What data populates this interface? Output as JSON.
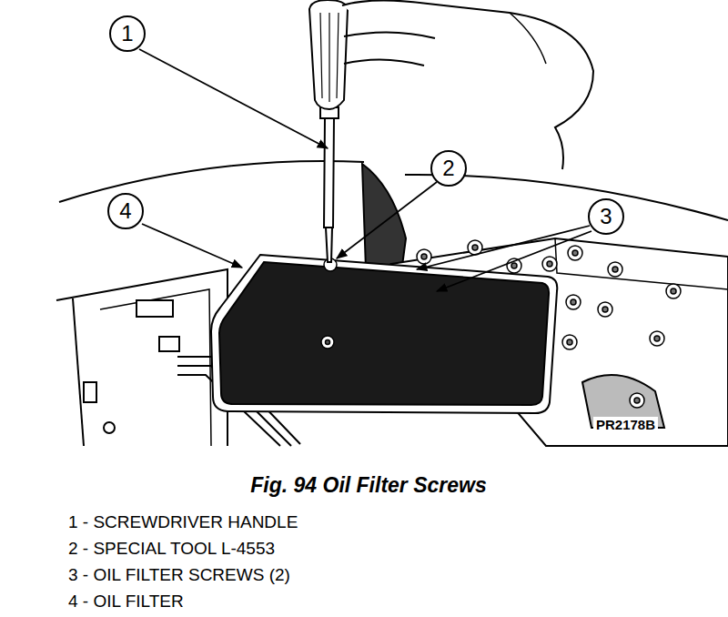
{
  "diagram": {
    "caption": "Fig. 94 Oil Filter Screws",
    "nodes": [
      {
        "text": [
          "1"
        ]
      },
      {
        "text": [
          "2"
        ]
      },
      {
        "text": [
          "3"
        ]
      },
      {
        "text": [
          "4"
        ]
      }
    ],
    "labels": [
      "PR2178B",
      "1 - SCREWDRIVER HANDLE",
      "2 - SPECIAL TOOL L-4553",
      "3 - OIL FILTER SCREWS (2)",
      "4 - OIL FILTER"
    ]
  }
}
